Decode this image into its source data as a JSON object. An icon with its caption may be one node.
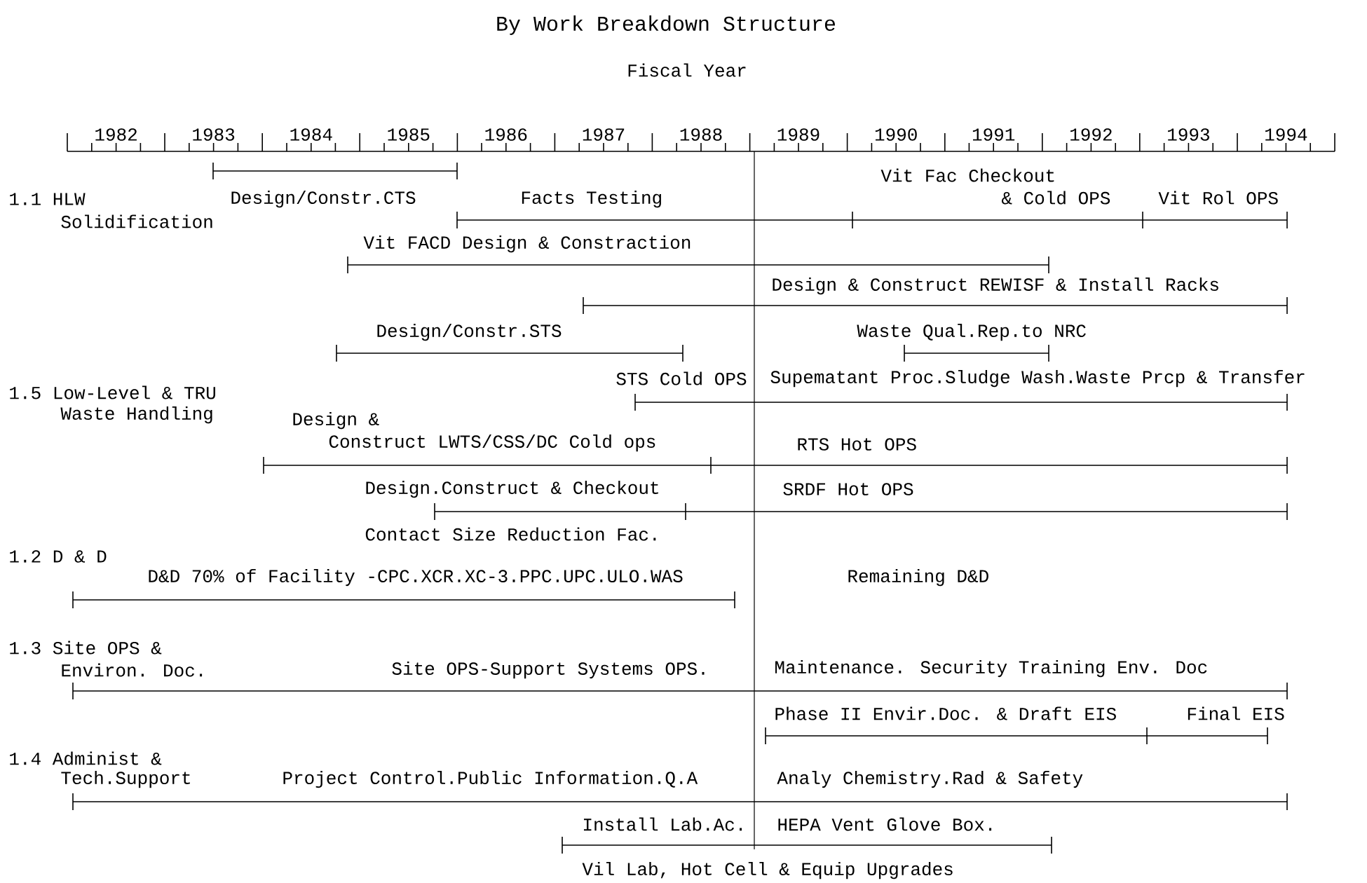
{
  "diagram": {
    "title": "By Work Breakdown Structure",
    "labels": [
      "Fiscal Year",
      "1982",
      "1983",
      "1984",
      "1985",
      "1986",
      "1987",
      "1988",
      "1989",
      "1990",
      "1991",
      "1992",
      "1993",
      "1994",
      "1.1 HLW",
      "Design/Constr.CTS",
      "Facts Testing",
      "Vit Fac Checkout",
      "& Cold OPS",
      "Vit Rol OPS",
      "Solidification",
      "Vit FACD Design & Constraction",
      "Design & Construct REWISF & Install Racks",
      "Design/Constr.STS",
      "Waste Qual.Rep.to NRC",
      "STS Cold OPS",
      "Supematant Proc.Sludge Wash.Waste Prcp & Transfer",
      "1.5 Low-Level & TRU",
      "Waste Handling",
      "Design &",
      "Construct LWTS/CSS/DC Cold ops",
      "RTS Hot OPS",
      "Design.Construct & Checkout",
      "SRDF Hot OPS",
      "Contact Size Reduction Fac.",
      "1.2 D & D",
      "D&D 70% of Facility -CPC.XCR.XC-3.PPC.UPC.ULO.WAS",
      "Remaining D&D",
      "1.3 Site OPS &",
      "Environ. Doc.",
      "Site OPS-Support Systems OPS.",
      "Maintenance. Security Training Env. Doc",
      "Phase II Envir.Doc. & Draft EIS",
      "Final EIS",
      "1.4 Administ &",
      "Tech.Support",
      "Project Control.Public Information.Q.A",
      "Analy Chemistry.Rad & Safety",
      "Install Lab.Ac.",
      "HEPA Vent Glove Box.",
      "Vil Lab, Hot Cell & Equip Upgrades"
    ]
  }
}
